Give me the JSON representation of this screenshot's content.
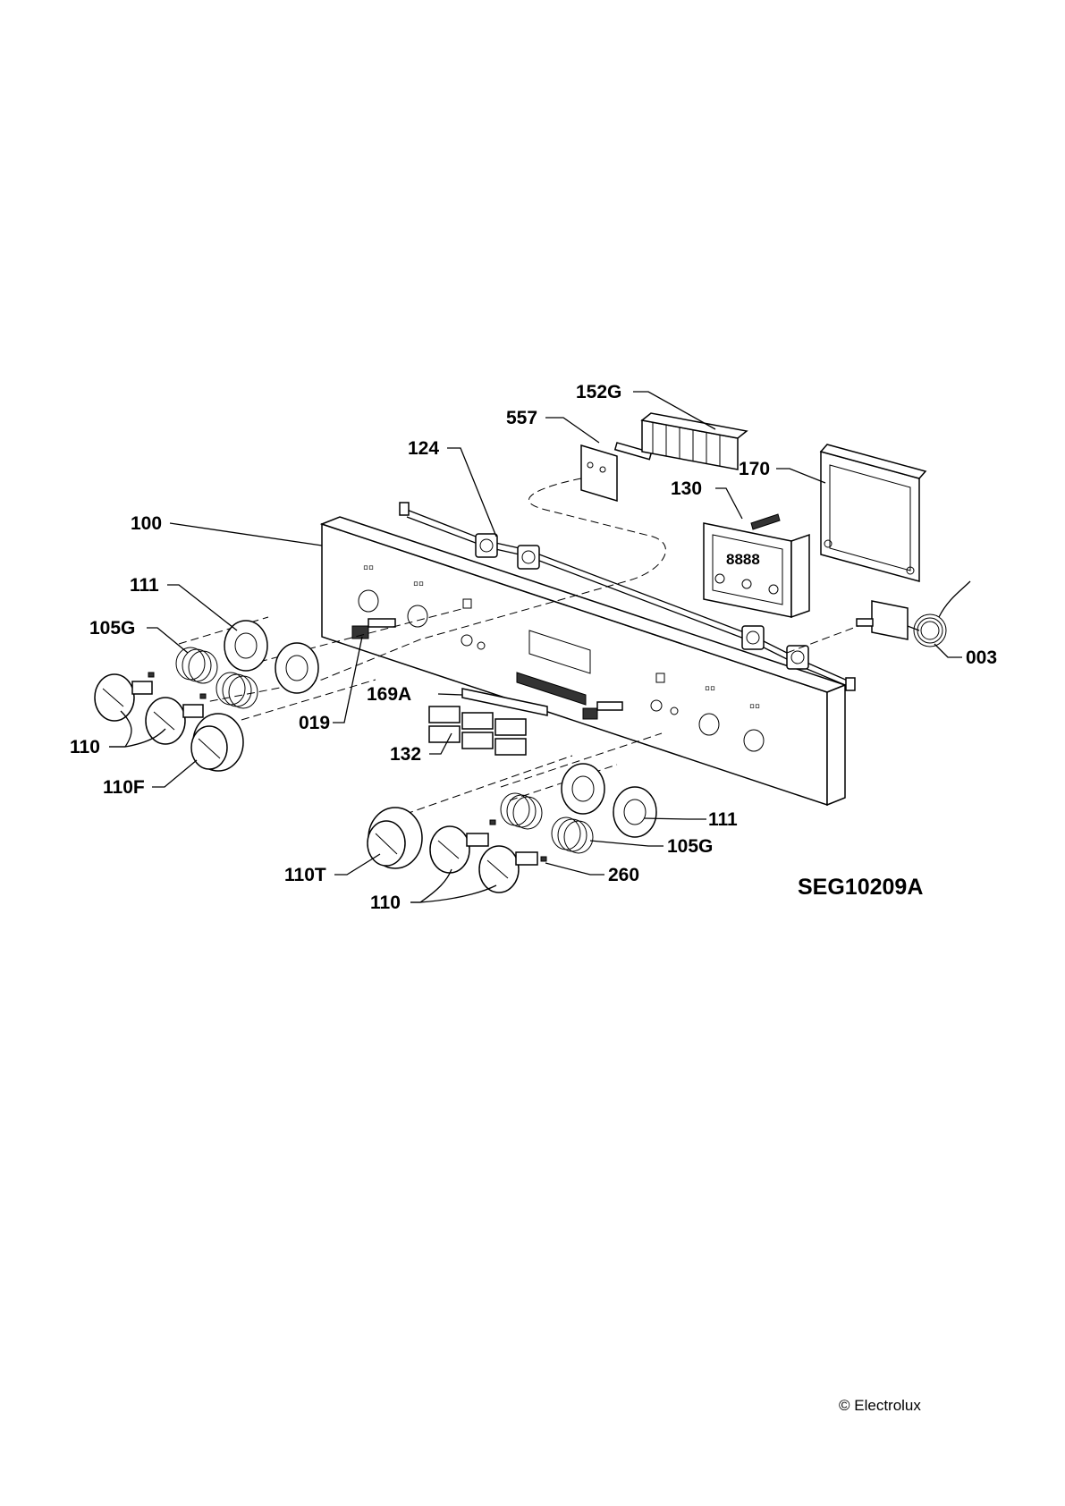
{
  "diagram": {
    "drawing_code": "SEG10209A",
    "copyright": "© Electrolux",
    "callouts": {
      "c152G": "152G",
      "c557": "557",
      "c124": "124",
      "c170": "170",
      "c130": "130",
      "c100": "100",
      "c111_left": "111",
      "c105G_left": "105G",
      "c003": "003",
      "c169A": "169A",
      "c019": "019",
      "c110_left": "110",
      "c132": "132",
      "c110F": "110F",
      "c111_right": "111",
      "c105G_right": "105G",
      "c110T": "110T",
      "c260": "260",
      "c110_bottom": "110"
    }
  }
}
